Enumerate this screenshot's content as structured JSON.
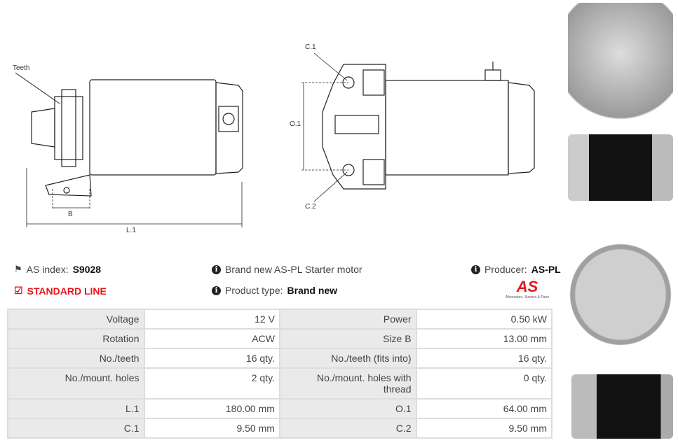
{
  "drawing": {
    "teeth": "Teeth",
    "b": "B",
    "l1": "L.1",
    "c1": "C.1",
    "c2": "C.2",
    "o1": "O.1"
  },
  "info": {
    "as_index_label": "AS index:",
    "as_index_value": "S9028",
    "standard_line": "STANDARD LINE",
    "description": "Brand new AS-PL Starter motor",
    "product_type_label": "Product type:",
    "product_type_value": "Brand new",
    "producer_label": "Producer:",
    "producer_value": "AS-PL",
    "logo_text": "AS",
    "logo_tagline": "Alternators, Starters & Parts"
  },
  "specs": [
    [
      "Voltage",
      "12 V",
      "Power",
      "0.50 kW"
    ],
    [
      "Rotation",
      "ACW",
      "Size B",
      "13.00 mm"
    ],
    [
      "No./teeth",
      "16 qty.",
      "No./teeth (fits into)",
      "16 qty."
    ],
    [
      "No./mount. holes",
      "2 qty.",
      "No./mount. holes with thread",
      "0 qty."
    ],
    [
      "L.1",
      "180.00 mm",
      "O.1",
      "64.00 mm"
    ],
    [
      "C.1",
      "9.50 mm",
      "C.2",
      "9.50 mm"
    ]
  ],
  "colors": {
    "accent": "#e8161b"
  }
}
